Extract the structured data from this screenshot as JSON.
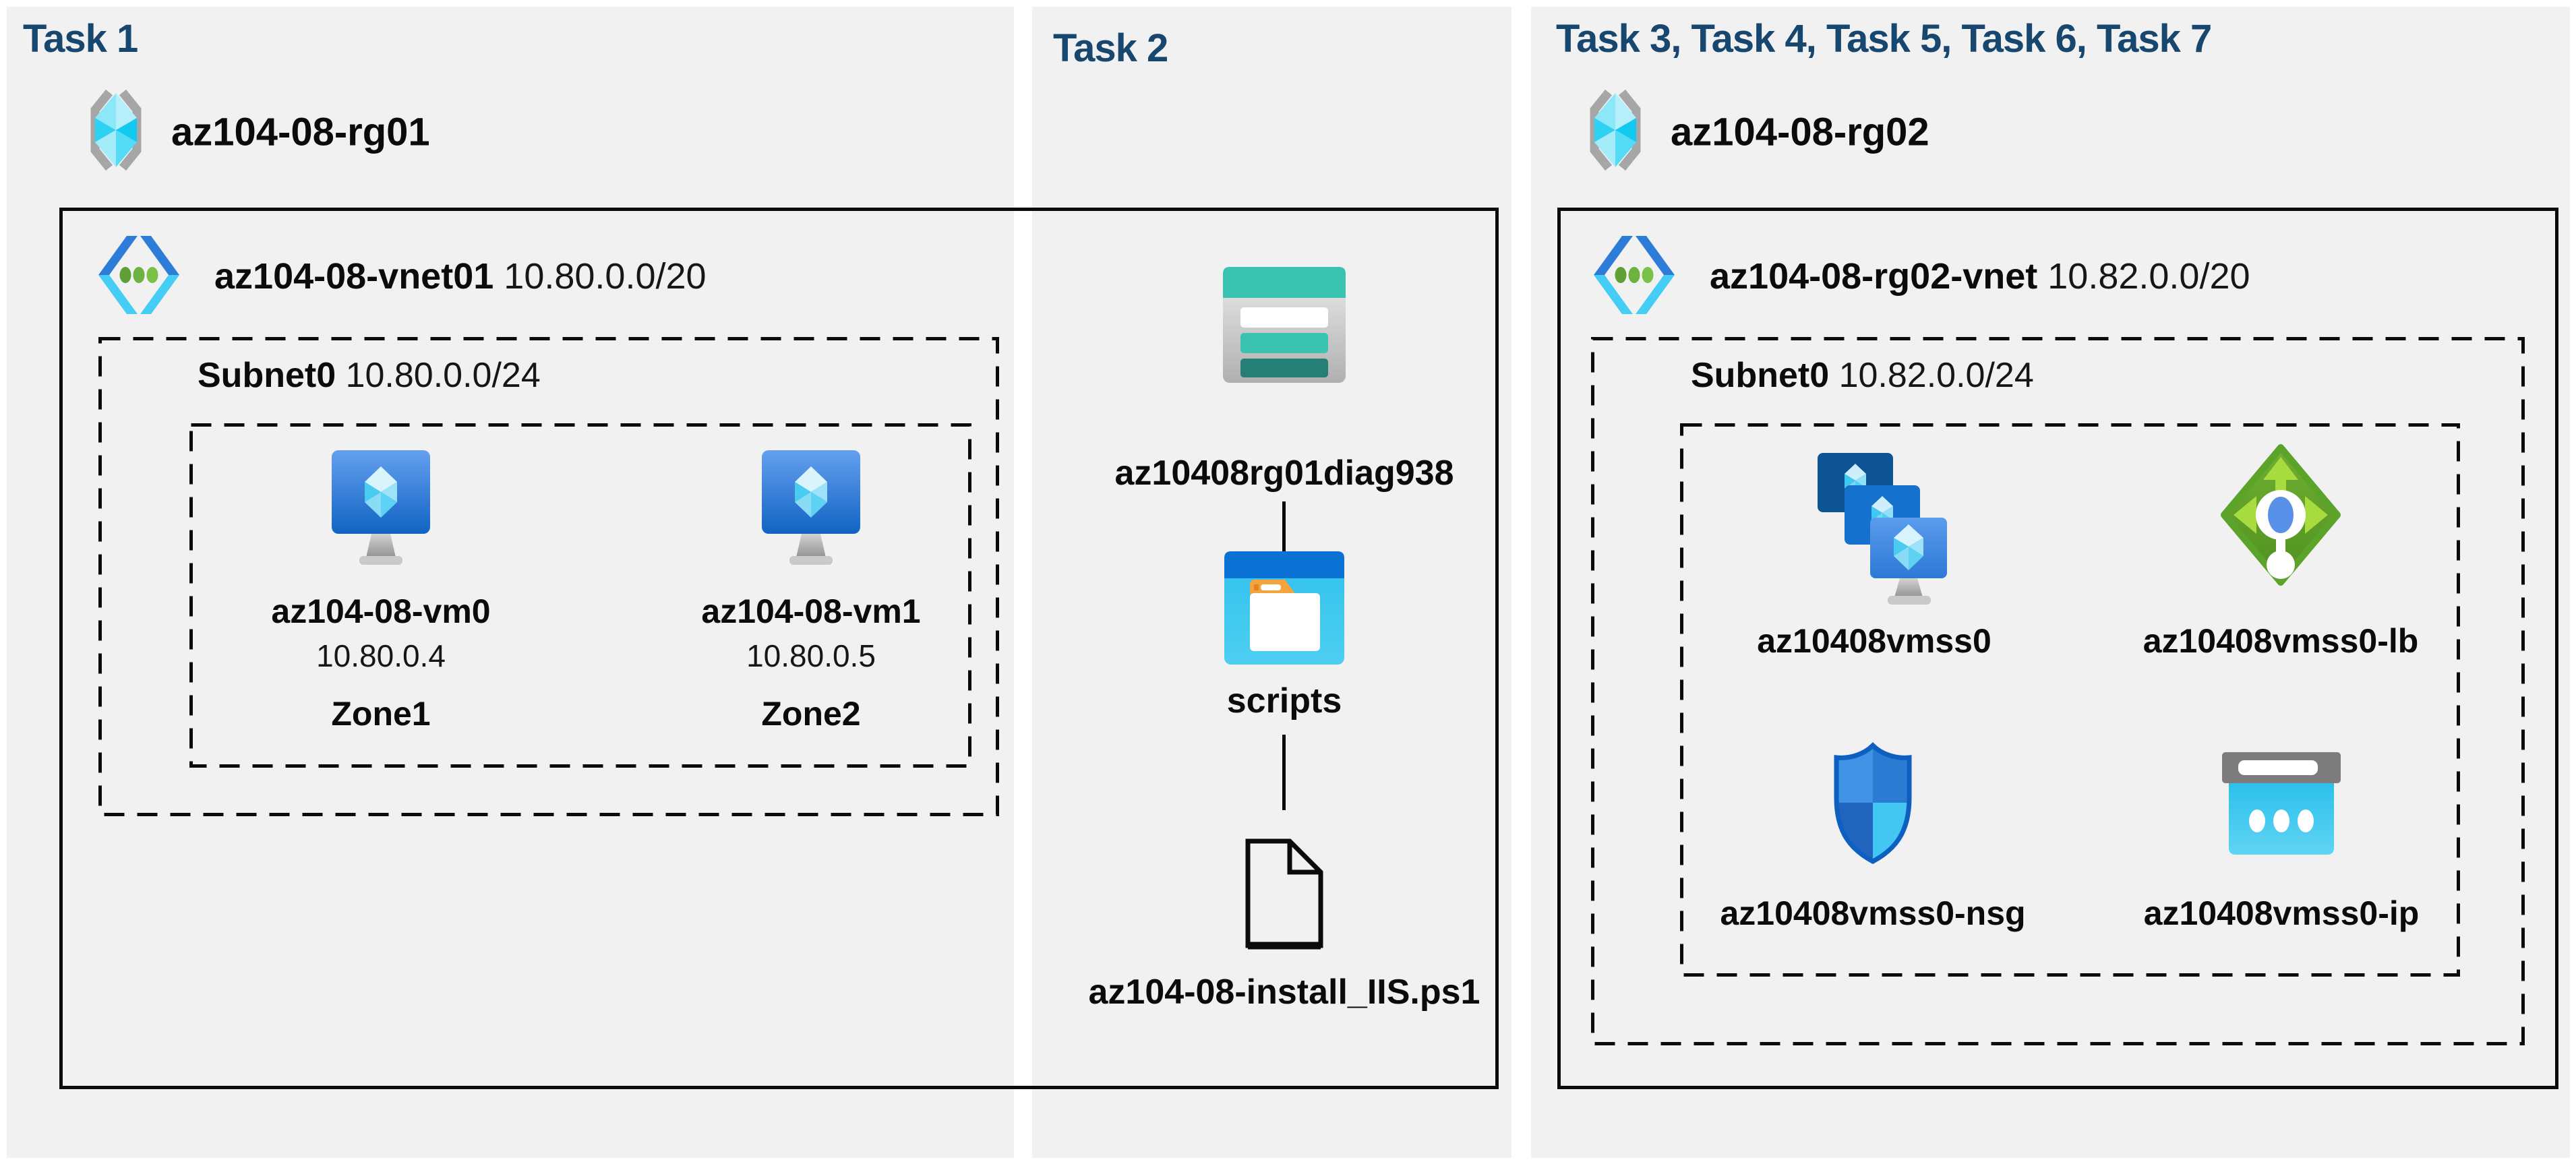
{
  "colors": {
    "page_background": "#ffffff",
    "panel_background": "#f1f1f2",
    "title_navy": "#17466e",
    "text_black": "#0b0b0b",
    "border_black": "#0b0b0b",
    "azure_blue": "#2d7dd8",
    "azure_cyan": "#45cdf6",
    "storage_teal": "#3bc3b2",
    "storage_dark_teal": "#257f74",
    "folder_blue": "#0a72d4",
    "folder_cyan": "#38c6ee",
    "lb_green": "#5ca32a",
    "lb_lime": "#a8dc3e",
    "shield_blue": "#2c7bd3",
    "shield_cyan": "#43c7f2",
    "ip_gray": "#7c7c7c",
    "gray_bracket": "#a6a6a6"
  },
  "task1": {
    "title": "Task 1",
    "resource_group": "az104-08-rg01",
    "vnet": {
      "name": "az104-08-vnet01",
      "cidr": "10.80.0.0/20"
    },
    "subnet": {
      "name": "Subnet0",
      "cidr": "10.80.0.0/24"
    },
    "vms": [
      {
        "name": "az104-08-vm0",
        "ip": "10.80.0.4",
        "zone": "Zone1"
      },
      {
        "name": "az104-08-vm1",
        "ip": "10.80.0.5",
        "zone": "Zone2"
      }
    ]
  },
  "task2": {
    "title": "Task 2",
    "storage_account": "az10408rg01diag938",
    "container": "scripts",
    "file": "az104-08-install_IIS.ps1"
  },
  "task3": {
    "title": "Task 3, Task 4, Task 5, Task 6, Task 7",
    "resource_group": "az104-08-rg02",
    "vnet": {
      "name": "az104-08-rg02-vnet",
      "cidr": "10.82.0.0/20"
    },
    "subnet": {
      "name": "Subnet0",
      "cidr": "10.82.0.0/24"
    },
    "resources": [
      {
        "name": "az10408vmss0",
        "type": "vm-scale-set"
      },
      {
        "name": "az10408vmss0-lb",
        "type": "load-balancer"
      },
      {
        "name": "az10408vmss0-nsg",
        "type": "network-security-group"
      },
      {
        "name": "az10408vmss0-ip",
        "type": "public-ip"
      }
    ]
  }
}
